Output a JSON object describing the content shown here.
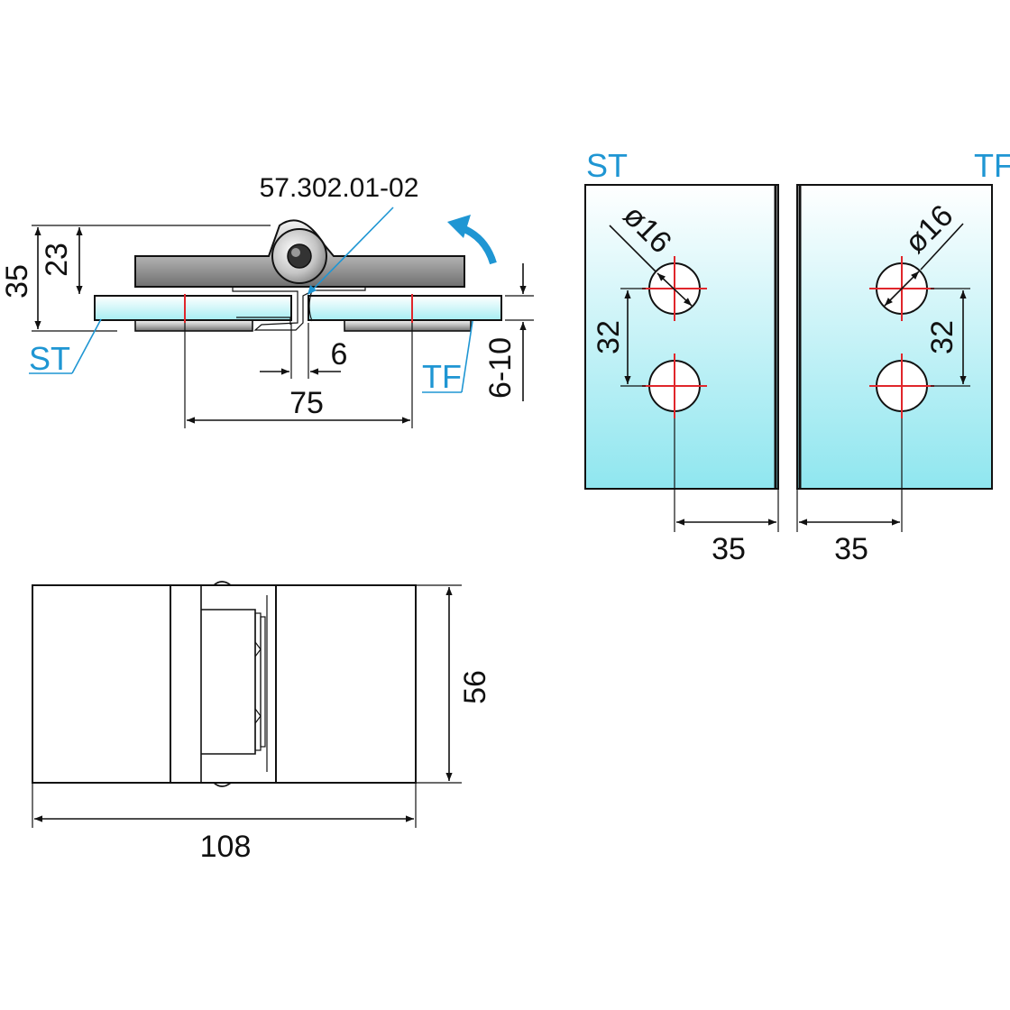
{
  "part_number": "57.302.01-02",
  "side_view": {
    "label_left": "ST",
    "label_right": "TF",
    "dim_total_height": "35",
    "dim_upper_height": "23",
    "dim_gap": "6",
    "dim_hole_spacing": "75",
    "dim_glass_thickness": "6-10"
  },
  "glass_panels": {
    "label_left": "ST",
    "label_right": "TF",
    "hole_diameter_left": "ø16",
    "hole_diameter_right": "ø16",
    "hole_spacing_left": "32",
    "hole_spacing_right": "32",
    "edge_distance_left": "35",
    "edge_distance_right": "35"
  },
  "top_view": {
    "dim_height": "56",
    "dim_width": "108"
  },
  "colors": {
    "accent_blue": "#1f96d3",
    "centerline_red": "#e0262b",
    "glass_top": "#ffffff",
    "glass_bottom": "#8fe6ef"
  }
}
